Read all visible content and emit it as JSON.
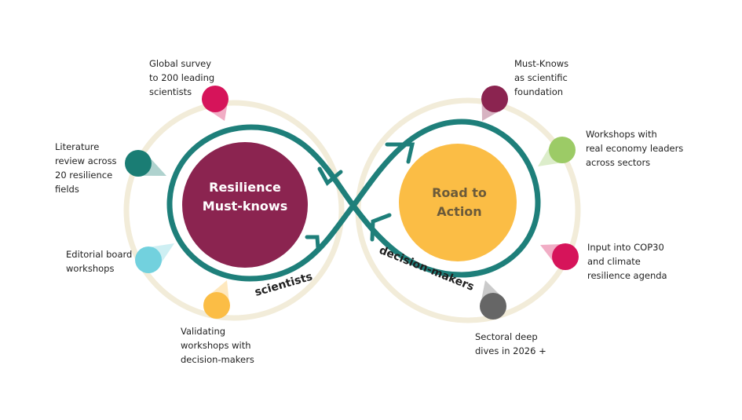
{
  "center_left": {
    "title": "Resilience\nMust-knows",
    "color": "#8b2450"
  },
  "center_right": {
    "title": "Road to\nAction",
    "color": "#fbbd45"
  },
  "loop": {
    "color": "#1e7f7a",
    "left_label": "scientists",
    "right_label": "decision-makers"
  },
  "left_steps": [
    {
      "text": "Global survey\nto 200 leading\nscientists",
      "color": "#d6145a"
    },
    {
      "text": "Literature\nreview across\n20 resilience\nfields",
      "color": "#1a7d74"
    },
    {
      "text": "Editorial board\nworkshops",
      "color": "#72d1de"
    },
    {
      "text": "Validating\nworkshops with\ndecision-makers",
      "color": "#fbbd45"
    }
  ],
  "right_steps": [
    {
      "text": "Must-Knows\nas scientific\nfoundation",
      "color": "#8b2450"
    },
    {
      "text": "Workshops with\nreal economy leaders\nacross sectors",
      "color": "#9ccb66"
    },
    {
      "text": "Input into COP30\nand climate\nresilience agenda",
      "color": "#d6145a"
    },
    {
      "text": "Sectoral deep\ndives in 2026 +",
      "color": "#666666"
    }
  ],
  "ring_color": "#f2ecd9"
}
